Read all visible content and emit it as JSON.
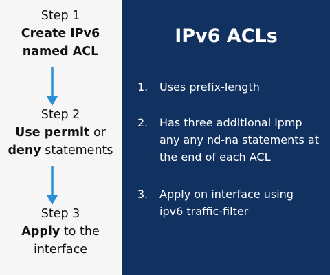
{
  "steps": [
    {
      "heading": "Step 1",
      "line1_bold": "Create IPv6",
      "line2_bold": "named ACL"
    },
    {
      "heading": "Step 2",
      "line1_bold": "Use permit",
      "line1_rest": " or",
      "line2_bold": "deny",
      "line2_rest": " statements"
    },
    {
      "heading": "Step 3",
      "line1_bold": "Apply",
      "line1_rest": " to the",
      "line2_rest": "interface"
    }
  ],
  "panel": {
    "title": "IPv6 ACLs",
    "items": [
      {
        "number": "1.",
        "lines": [
          "Uses prefix-length"
        ]
      },
      {
        "number": "2.",
        "lines": [
          "Has three additional ipmp",
          "any any nd-na statements at",
          "the end of each ACL"
        ]
      },
      {
        "number": "3.",
        "lines": [
          "Apply on interface using",
          "ipv6 traffic-filter"
        ]
      }
    ]
  },
  "colors": {
    "left_background": "#f6f6f6",
    "right_background": "#113161",
    "arrow": "#2b8fd6",
    "text_dark": "#111111",
    "text_light": "#ffffff"
  },
  "icons": {
    "flow_arrow": "down-arrow-icon"
  }
}
